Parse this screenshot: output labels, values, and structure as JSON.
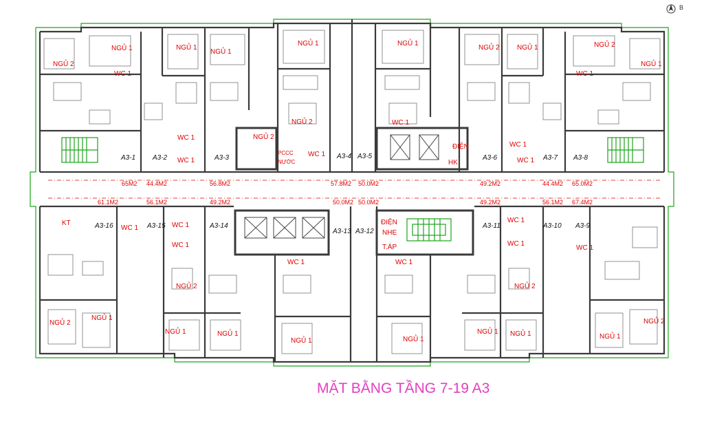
{
  "title": "MẶT BẰNG TẦNG 7-19 A3",
  "compass_label": "B",
  "colors": {
    "title": "#e040c0",
    "room_label": "#e00000",
    "wall": "#3a3a3a",
    "outline": "#19a419",
    "corridor_line": "#e00000"
  },
  "labels": {
    "a3_1": "A3-1",
    "a3_2": "A3-2",
    "a3_3": "A3-3",
    "a3_4": "A3-4",
    "a3_5": "A3-5",
    "a3_6": "A3-6",
    "a3_7": "A3-7",
    "a3_8": "A3-8",
    "a3_9": "A3-9",
    "a3_10": "A3-10",
    "a3_11": "A3-11",
    "a3_12": "A3-12",
    "a3_13": "A3-13",
    "a3_14": "A3-14",
    "a3_15": "A3-15",
    "a3_16": "A3-16",
    "area_65": "65M2",
    "area_444_top": "44.4M2",
    "area_568": "56.8M2",
    "area_578": "57.8M2",
    "area_500_top": "50.0M2",
    "area_492_top": "49.2M2",
    "area_444_right": "44.4M2",
    "area_650_right": "65.0M2",
    "area_611": "61.1M2",
    "area_561_left": "56.1M2",
    "area_492_left": "49.2M2",
    "area_500_b1": "50.0M2",
    "area_500_b2": "50.0M2",
    "area_492_right": "49.2M2",
    "area_561_right": "56.1M2",
    "area_674": "67.4M2",
    "ngu": "NGỦ 1",
    "ngu2": "NGỦ 2",
    "wc": "WC 1",
    "kt": "KT",
    "pccc": "PCCC",
    "nuoc": "NƯỚC",
    "dien": "ĐIỆN",
    "hk": "HK",
    "dien_nhe": "ĐIỆN",
    "nhe": "NHẸ",
    "t_ap": "T.ÁP"
  }
}
